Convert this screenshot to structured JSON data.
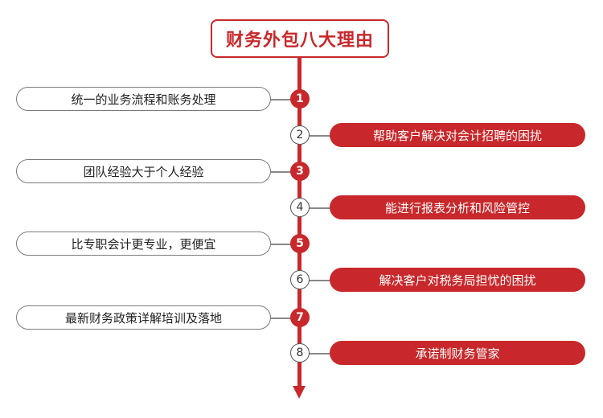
{
  "title": "财务外包八大理由",
  "colors": {
    "accent": "#c8282b",
    "outline": "#7a7a7a",
    "text": "#222222"
  },
  "reasons": [
    {
      "number": "1",
      "text": "统一的业务流程和账务处理",
      "side": "left"
    },
    {
      "number": "2",
      "text": "帮助客户解决对会计招聘的困扰",
      "side": "right"
    },
    {
      "number": "3",
      "text": "团队经验大于个人经验",
      "side": "left"
    },
    {
      "number": "4",
      "text": "能进行报表分析和风险管控",
      "side": "right"
    },
    {
      "number": "5",
      "text": "比专职会计更专业，更便宜",
      "side": "left"
    },
    {
      "number": "6",
      "text": "解决客户对税务局担忧的困扰",
      "side": "right"
    },
    {
      "number": "7",
      "text": "最新财务政策详解培训及落地",
      "side": "left"
    },
    {
      "number": "8",
      "text": "承诺制财务管家",
      "side": "right"
    }
  ]
}
